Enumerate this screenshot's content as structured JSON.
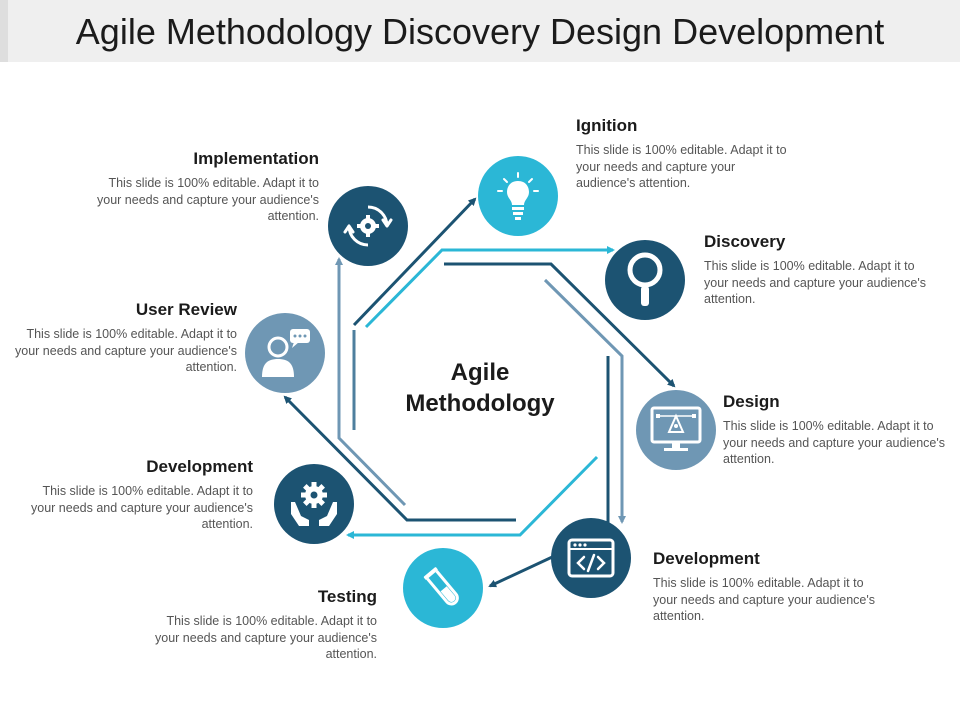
{
  "title": "Agile Methodology Discovery Design Development",
  "center_label_line1": "Agile",
  "center_label_line2": "Methodology",
  "colors": {
    "dark_blue": "#1c5372",
    "cyan": "#2bb7d6",
    "steel": "#4e7f9e",
    "grey_blue": "#6f97b4"
  },
  "stages": {
    "ignition": {
      "title": "Ignition",
      "desc": "This slide is 100% editable. Adapt it to your needs and capture your audience's attention.",
      "icon": "lightbulb-icon"
    },
    "discovery": {
      "title": "Discovery",
      "desc": "This slide is 100% editable. Adapt it to your needs and capture your audience's attention.",
      "icon": "magnifier-icon"
    },
    "design": {
      "title": "Design",
      "desc": "This slide is 100% editable. Adapt it to your needs and capture your audience's attention.",
      "icon": "design-monitor-icon"
    },
    "development_right": {
      "title": "Development",
      "desc": "This slide is 100% editable. Adapt it to your needs and capture your audience's attention.",
      "icon": "code-window-icon"
    },
    "testing": {
      "title": "Testing",
      "desc": "This slide is 100% editable. Adapt it to your needs and capture your audience's attention.",
      "icon": "test-tube-icon"
    },
    "development_left": {
      "title": "Development",
      "desc": "This slide is 100% editable. Adapt it to your needs and capture your audience's attention.",
      "icon": "gear-hands-icon"
    },
    "user_review": {
      "title": "User Review",
      "desc": "This slide is 100% editable. Adapt it to your needs and capture your audience's attention.",
      "icon": "user-chat-icon"
    },
    "implementation": {
      "title": "Implementation",
      "desc": "This slide is 100% editable. Adapt it to your needs and capture your audience's attention.",
      "icon": "cycle-gear-icon"
    }
  }
}
